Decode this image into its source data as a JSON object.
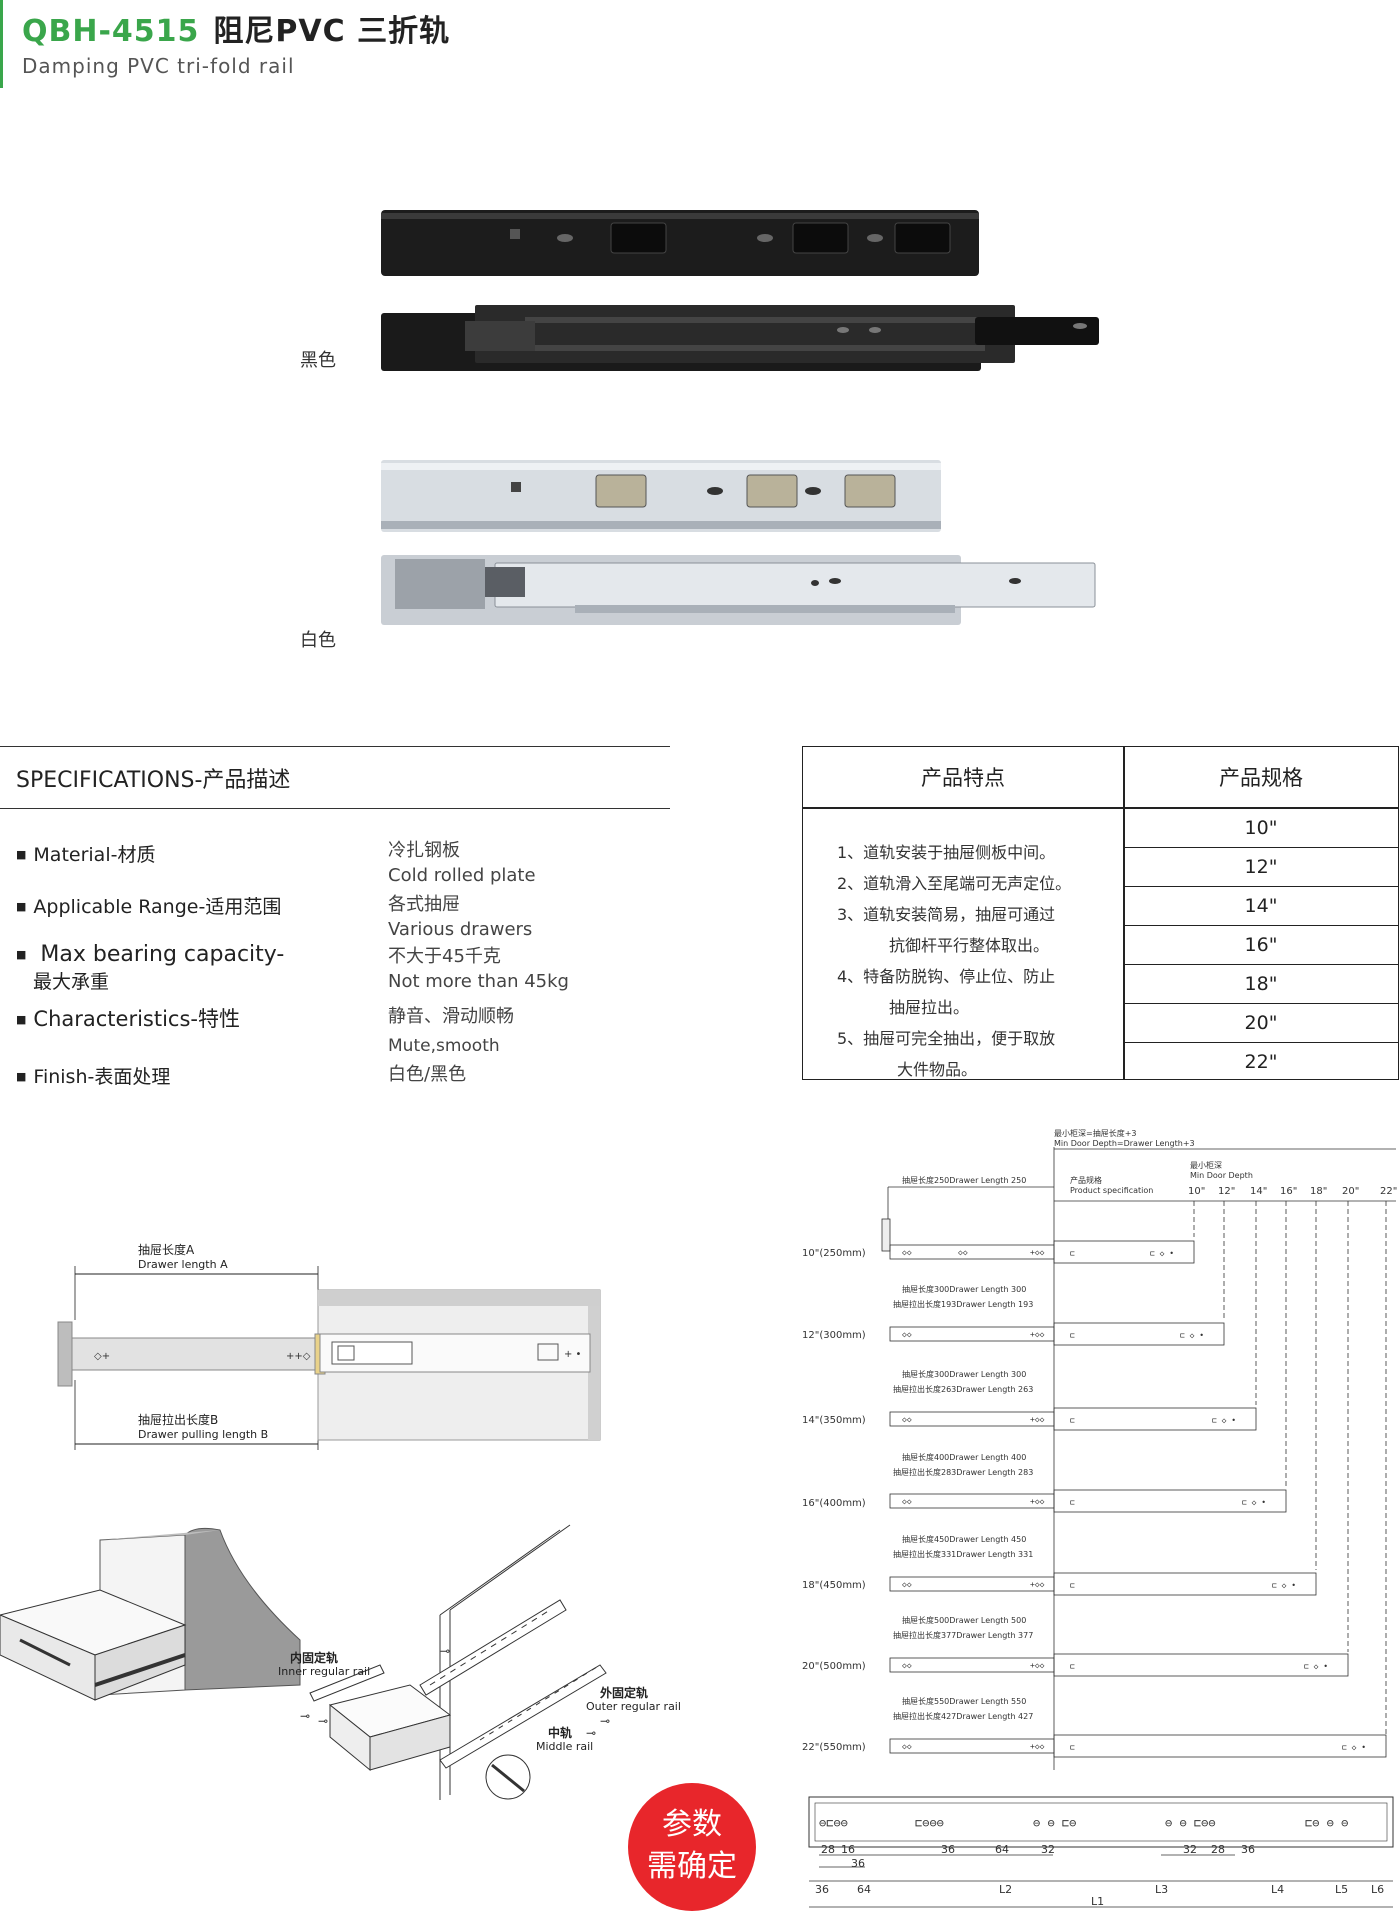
{
  "header": {
    "code": "QBH-4515",
    "name": "阻尼PVC 三折轨",
    "subtitle": "Damping PVC tri-fold rail"
  },
  "colors": {
    "accent": "#3aa64b",
    "badge": "#e8262b",
    "black_rail": "#1c1c1c",
    "white_rail": "#dfe3e7"
  },
  "photos": {
    "black_label": "黑色",
    "white_label": "白色"
  },
  "specifications": {
    "heading": "SPECIFICATIONS-产品描述",
    "items": [
      {
        "label": "Material-材质",
        "value_cn": "冷扎钢板",
        "value_en": "Cold rolled plate"
      },
      {
        "label": "Applicable Range-适用范围",
        "value_cn": "各式抽屉",
        "value_en": "Various drawers"
      },
      {
        "label": "Max bearing capacity-",
        "label2": "最大承重",
        "value_cn": "不大于45千克",
        "value_en": "Not more than 45kg"
      },
      {
        "label": "Characteristics-特性",
        "value_cn": "静音、滑动顺畅",
        "value_en": "Mute,smooth"
      },
      {
        "label": "Finish-表面处理",
        "value_cn": "白色/黑色"
      }
    ]
  },
  "feature_table": {
    "col1_header": "产品特点",
    "col2_header": "产品规格",
    "features": [
      "1、道轨安装于抽屉侧板中间。",
      "2、道轨滑入至尾端可无声定位。",
      "3、道轨安装简易，抽屉可通过",
      "抗御杆平行整体取出。",
      "4、特备防脱钩、停止位、防止",
      "抽屉拉出。",
      "5、抽屉可完全抽出，便于取放",
      "大件物品。"
    ],
    "sizes": [
      "10\"",
      "12\"",
      "14\"",
      "16\"",
      "18\"",
      "20\"",
      "22\""
    ]
  },
  "diagram_a": {
    "length_a_cn": "抽屉长度A",
    "length_a_en": "Drawer length A",
    "length_b_cn": "抽屉拉出长度B",
    "length_b_en": "Drawer pulling length B"
  },
  "diagram_install": {
    "inner_cn": "内固定轨",
    "inner_en": "Inner regular rail",
    "outer_cn": "外固定轨",
    "outer_en": "Outer regular rail",
    "middle_cn": "中轨",
    "middle_en": "Middle rail"
  },
  "diagram_sizes": {
    "min_cabinet_cn": "最小柜深=抽屉长度+3",
    "min_cabinet_en": "Min Door Depth=Drawer Length+3",
    "min_door_cn": "最小柜深",
    "min_door_en": "Min Door Depth",
    "spec_cn": "产品规格",
    "spec_en": "Product specification",
    "size_ticks": [
      "10\"",
      "12\"",
      "14\"",
      "16\"",
      "18\"",
      "20\"",
      "22\""
    ],
    "rows": [
      {
        "label": "10\"(250mm)",
        "len": "抽屉长度250Drawer Length 250",
        "pull": ""
      },
      {
        "label": "12\"(300mm)",
        "len": "抽屉长度300Drawer Length 300",
        "pull": "抽屉拉出长度193Drawer Length 193"
      },
      {
        "label": "14\"(350mm)",
        "len": "抽屉长度300Drawer Length 300",
        "pull": "抽屉拉出长度263Drawer Length 263"
      },
      {
        "label": "16\"(400mm)",
        "len": "抽屉长度400Drawer Length 400",
        "pull": "抽屉拉出长度283Drawer Length 283"
      },
      {
        "label": "18\"(450mm)",
        "len": "抽屉长度450Drawer Length 450",
        "pull": "抽屉拉出长度331Drawer Length 331"
      },
      {
        "label": "20\"(500mm)",
        "len": "抽屉长度500Drawer Length 500",
        "pull": "抽屉拉出长度377Drawer Length 377"
      },
      {
        "label": "22\"(550mm)",
        "len": "抽屉长度550Drawer Length 550",
        "pull": "抽屉拉出长度427Drawer Length 427"
      }
    ]
  },
  "diagram_dims": {
    "top_row": [
      "28",
      "16",
      "36",
      "64",
      "32",
      "32",
      "28",
      "36"
    ],
    "mid_row": [
      "36"
    ],
    "bottom_row": [
      "36",
      "64",
      "L2",
      "L3",
      "L4",
      "L5",
      "L6"
    ],
    "total": "L1"
  },
  "badge": {
    "line1": "参数",
    "line2": "需确定"
  }
}
